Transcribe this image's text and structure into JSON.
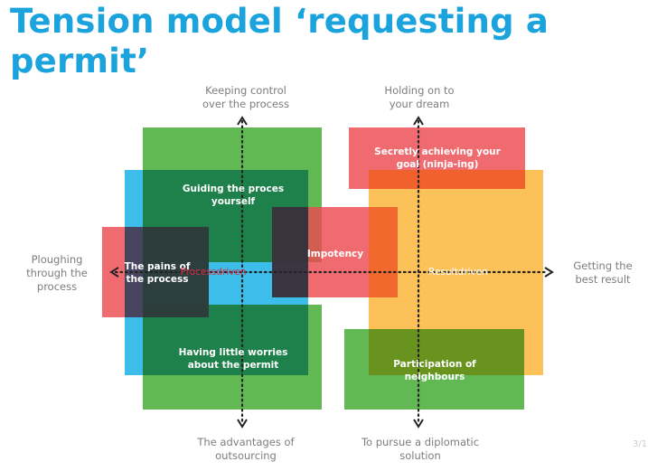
{
  "title": "Tension model ‘requesting a permit’",
  "axes": {
    "top_left": "Keeping control over the process",
    "top_right": "Holding on to your dream",
    "left": "Ploughing through the process",
    "right": "Getting the best result",
    "bottom_left": "The advantages of outsourcing",
    "bottom_right": "To pursue a diplomatic solution"
  },
  "boxes": {
    "guiding": "Guiding the proces yourself",
    "pains": "The pains of the process",
    "processdriven": "Processdriven",
    "impotency": "Impotency",
    "resultdriven": "Resultdriven",
    "little_worries": "Having little worries about the permit",
    "secretly": "Secretly achieving your goal (ninja-ing)",
    "participation": "Participation of neighbours"
  },
  "colors": {
    "title": "#1aa3dc",
    "green": "#4caf3c",
    "blue": "#1ab2e6",
    "red": "#ec4a50",
    "yellow": "#fbb63c",
    "axis_text": "#7d7d7d"
  },
  "page_number": "3/1"
}
